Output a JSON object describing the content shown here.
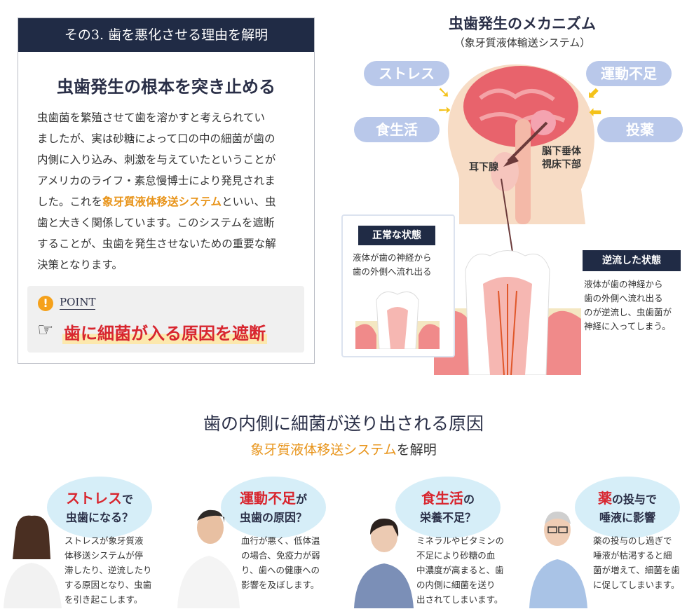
{
  "card": {
    "header": "その3. 歯を悪化させる理由を解明",
    "heading": "虫歯発生の根本を突き止める",
    "body_lines": [
      "虫歯菌を繁殖させて歯を溶かすと考えられてい",
      "ましたが、実は砂糖によって口の中の細菌が歯の",
      "内側に入り込み、刺激を与えていたということが",
      "アメリカのライフ・素怠慢博士により発見されま"
    ],
    "body_line5_pre": "した。これを",
    "body_highlight": "象牙質液体移送システム",
    "body_line5_post": "といい、虫",
    "body_lines_after": [
      "歯と大きく関係しています。このシステムを遮断",
      "することが、虫歯を発生させないための重要な解",
      "決策となります。"
    ],
    "point_icon": "!",
    "point_label": "POINT",
    "hand_icon": "☞",
    "point_text": "歯に細菌が入る原因を遮断"
  },
  "mechanism": {
    "title": "虫歯発生のメカニズム",
    "subtitle": "（象牙質液体輸送システム）",
    "factors": [
      "ストレス",
      "運動不足",
      "食生活",
      "投薬"
    ],
    "label_pituitary": "脳下垂体",
    "label_hypothalamus": "視床下部",
    "label_parotid": "耳下腺",
    "normal_tag": "正常な状態",
    "normal_text": [
      "液体が歯の神経から",
      "歯の外側へ流れ出る"
    ],
    "reverse_tag": "逆流した状態",
    "reverse_text": [
      "液体が歯の神経から",
      "歯の外側へ流れ出る",
      "のが逆流し、虫歯菌が",
      "神経に入ってしまう。"
    ],
    "colors": {
      "pill": "#b9c8ea",
      "navy": "#202b45",
      "brain": "#e8636c",
      "gum": "#f08a8a"
    }
  },
  "causes_section": {
    "title": "歯の内側に細菌が送り出される原因",
    "sub_highlight": "象牙質液体移送システム",
    "sub_rest": "を解明",
    "causes": [
      {
        "key": "ストレス",
        "tail": "で",
        "line2": "虫歯になる？",
        "desc": [
          "ストレスが象牙質液",
          "体移送システムが停",
          "滞したり、逆流したり",
          "する原因となり、虫歯",
          "を引き起こします。"
        ]
      },
      {
        "key": "運動不足",
        "tail": "が",
        "line2": "虫歯の原因？",
        "desc": [
          "血行が悪く、低体温",
          "の場合、免疫力が弱",
          "り、歯への健康への",
          "影響を及ぼします。"
        ]
      },
      {
        "key": "食生活",
        "tail": "の",
        "line2": "栄養不足？",
        "desc": [
          "ミネラルやビタミンの",
          "不足により砂糖の血",
          "中濃度が高まると、歯",
          "の内側に細菌を送り",
          "出されてしまいます。"
        ]
      },
      {
        "key": "薬",
        "tail": "の投与で",
        "line2": "唾液に影響",
        "desc": [
          "薬の投与のし過ぎで",
          "唾液が枯渇すると細",
          "菌が増えて、細菌を歯",
          "に促してしまいます。"
        ]
      }
    ]
  }
}
